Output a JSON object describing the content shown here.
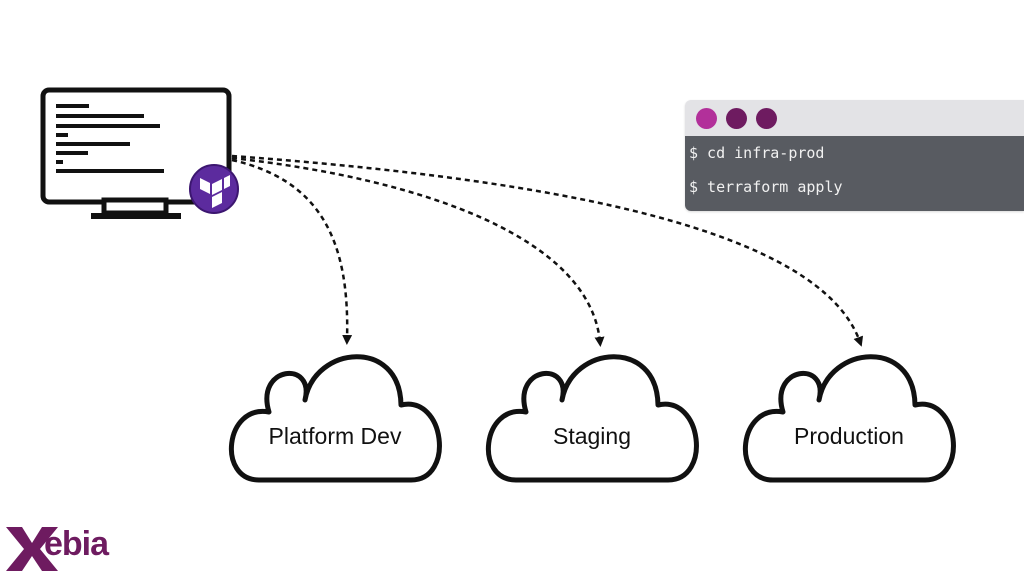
{
  "terminal": {
    "lines": [
      "$ cd infra-prod",
      "$ terraform apply"
    ],
    "dot_colors": [
      "#b2309a",
      "#6e1b60",
      "#6e1b60"
    ]
  },
  "clouds": [
    {
      "label": "Platform Dev"
    },
    {
      "label": "Staging"
    },
    {
      "label": "Production"
    }
  ],
  "workstation": {
    "badge_icon": "terraform-icon"
  },
  "brand": {
    "logo_text": "ebia",
    "color": "#6e1b60"
  }
}
